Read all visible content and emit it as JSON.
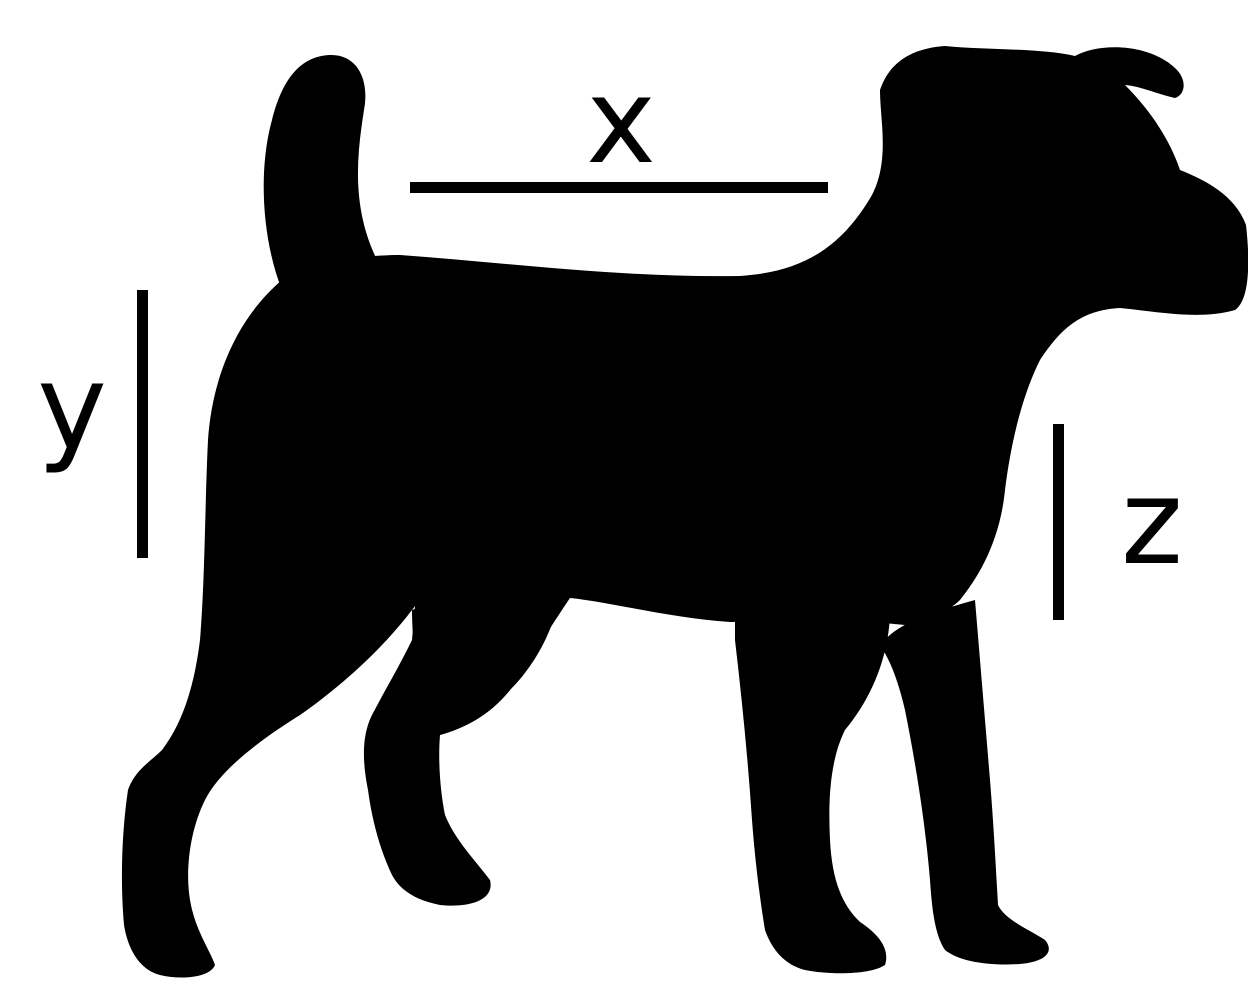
{
  "diagram": {
    "subject": "dog silhouette",
    "colors": {
      "silhouette": "#000000",
      "background": "#ffffff",
      "lines": "#000000"
    },
    "measurements": [
      {
        "id": "x",
        "label": "x",
        "orientation": "horizontal"
      },
      {
        "id": "y",
        "label": "y",
        "orientation": "vertical"
      },
      {
        "id": "z",
        "label": "z",
        "orientation": "vertical"
      }
    ]
  }
}
